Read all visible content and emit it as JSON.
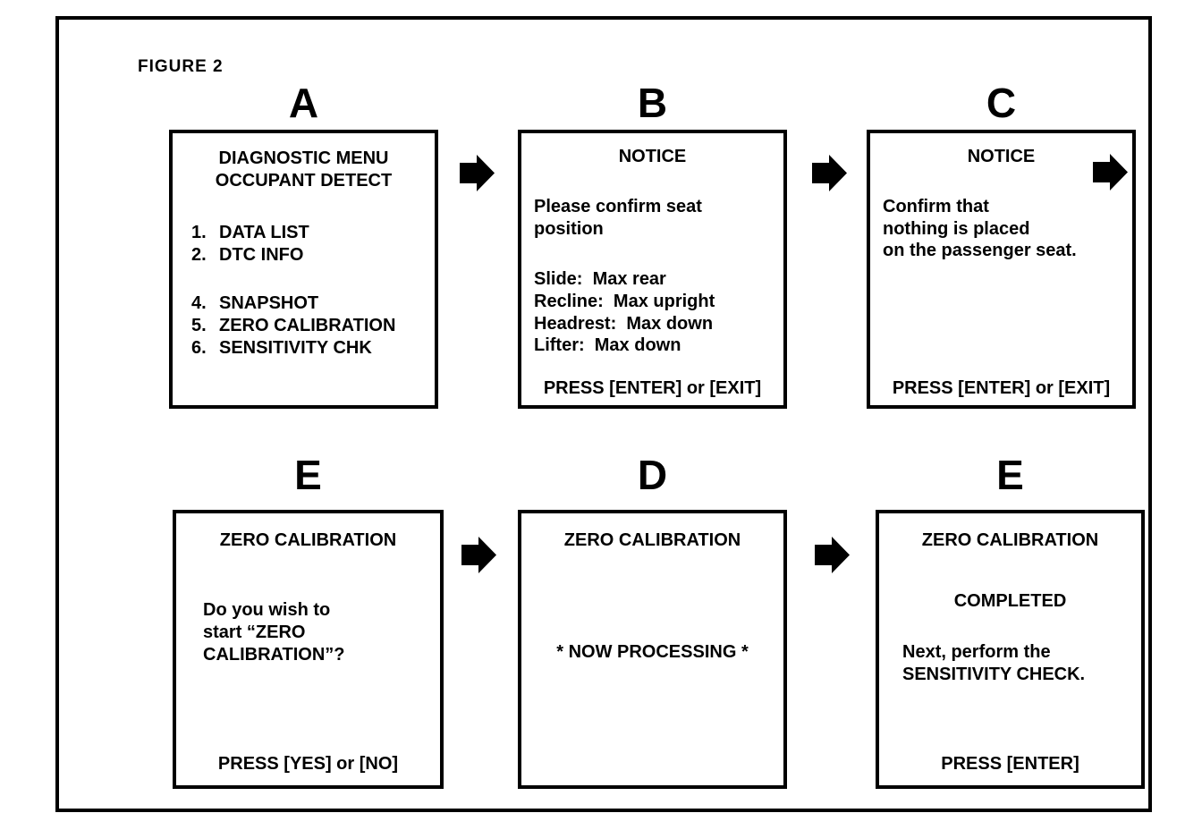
{
  "figure": {
    "title": "FIGURE 2"
  },
  "colors": {
    "ink": "#000000",
    "paper": "#ffffff"
  },
  "screens": [
    {
      "label": "A",
      "title1": "DIAGNOSTIC MENU",
      "title2": "OCCUPANT DETECT",
      "items": [
        {
          "num": "1.",
          "text": "DATA LIST"
        },
        {
          "num": "2.",
          "text": "DTC INFO"
        },
        {
          "num": "4.",
          "text": "SNAPSHOT"
        },
        {
          "num": "5.",
          "text": "ZERO CALIBRATION"
        },
        {
          "num": "6.",
          "text": "SENSITIVITY CHK"
        }
      ]
    },
    {
      "label": "B",
      "title": "NOTICE",
      "body": [
        "Please confirm seat",
        "position"
      ],
      "details": [
        "Slide:  Max rear",
        "Recline:  Max upright",
        "Headrest:  Max down",
        "Lifter:  Max down"
      ],
      "footer": "PRESS [ENTER] or [EXIT]"
    },
    {
      "label": "C",
      "title": "NOTICE",
      "body": [
        "Confirm that",
        "nothing is placed",
        "on the passenger seat."
      ],
      "footer": "PRESS [ENTER] or [EXIT]"
    },
    {
      "label": "E",
      "title": "ZERO CALIBRATION",
      "body": [
        "Do you wish to",
        "start “ZERO",
        "CALIBRATION”?"
      ],
      "footer": "PRESS [YES] or [NO]"
    },
    {
      "label": "D",
      "title": "ZERO CALIBRATION",
      "body_center": "* NOW PROCESSING *"
    },
    {
      "label": "E",
      "title": "ZERO CALIBRATION",
      "subtitle": "COMPLETED",
      "body": [
        "Next, perform the",
        "SENSITIVITY CHECK."
      ],
      "footer": "PRESS [ENTER]"
    }
  ]
}
